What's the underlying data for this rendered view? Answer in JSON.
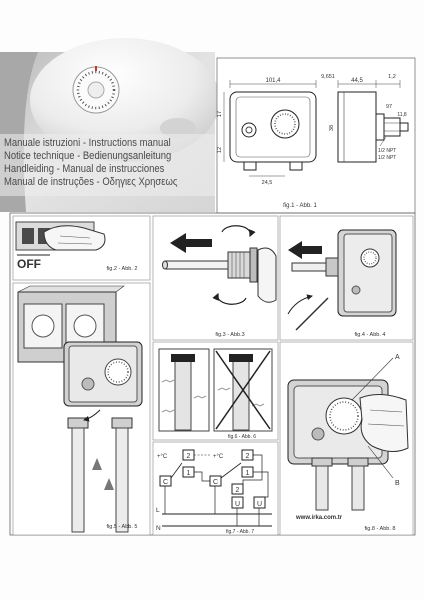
{
  "document": {
    "title_lines": [
      "Manuale istruzioni - Instructions manual",
      "Notice technique - Bedienungsanleitung",
      "Handleiding - Manual de instrucciones",
      "Manual de instruções - Οδηγιες Χρησεως"
    ]
  },
  "fig1": {
    "caption": "fig.1 - Abb. 1",
    "dimensions": {
      "front_width": "101,4",
      "knob_to_dial": "24,5",
      "left_upper": "17",
      "left_lower": "12",
      "side_front": "9,651",
      "side_depth": "44,5",
      "side_gap": "1,2",
      "side_height": "38",
      "fitting_top": "97",
      "fitting_width": "11,8"
    },
    "threads": [
      "1/2 NPT",
      "1/2 NPT"
    ]
  },
  "fig2": {
    "caption": "fig.2 - Abb. 2",
    "switch_label": "OFF"
  },
  "fig3": {
    "caption": "fig.3 - Abb.3"
  },
  "fig4": {
    "caption": "fig.4 - Abb. 4"
  },
  "fig5": {
    "caption": "fig.5 - Abb. 5"
  },
  "fig6": {
    "caption": "fig.6 - Abb. 6"
  },
  "fig7": {
    "caption": "fig.7 - Abb. 7",
    "thermostat_labels": [
      "+°C",
      "+°C"
    ],
    "terminals_left": [
      "2",
      "1",
      "C"
    ],
    "terminals_right": [
      "2",
      "1",
      "C"
    ],
    "load_terminal": "2",
    "loads": [
      "U",
      "U"
    ],
    "lines": [
      "L",
      "N"
    ]
  },
  "fig8": {
    "caption": "fig.8 - Abb. 8",
    "label_a": "A",
    "label_b": "B"
  },
  "website": "www.irka.com.tr"
}
